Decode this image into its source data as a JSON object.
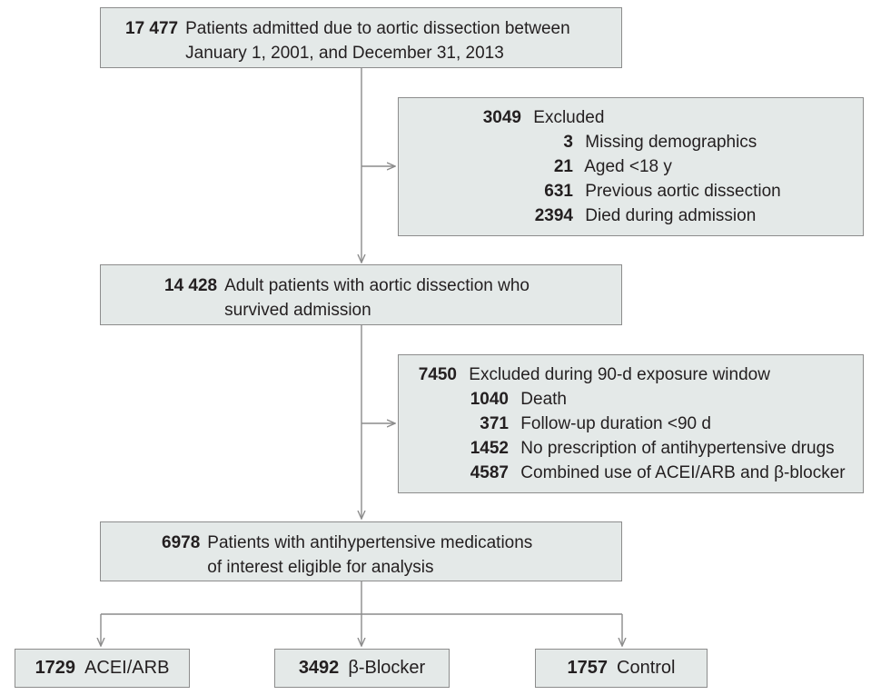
{
  "flow": {
    "start": {
      "count": "17 477",
      "text": "Patients admitted due to aortic dissection between\nJanuary 1, 2001, and December 31, 2013"
    },
    "exclusion1": {
      "total": {
        "count": "3049",
        "text": "Excluded"
      },
      "items": [
        {
          "count": "3",
          "text": "Missing demographics"
        },
        {
          "count": "21",
          "text": "Aged <18 y"
        },
        {
          "count": "631",
          "text": "Previous aortic dissection"
        },
        {
          "count": "2394",
          "text": "Died during admission"
        }
      ]
    },
    "survived": {
      "count": "14 428",
      "text": "Adult patients with aortic dissection who\nsurvived admission"
    },
    "exclusion2": {
      "total": {
        "count": "7450",
        "text": "Excluded during 90-d exposure window"
      },
      "items": [
        {
          "count": "1040",
          "text": "Death"
        },
        {
          "count": "371",
          "text": "Follow-up duration <90 d"
        },
        {
          "count": "1452",
          "text": "No prescription of antihypertensive drugs"
        },
        {
          "count": "4587",
          "text": "Combined use of ACEI/ARB and β-blocker"
        }
      ]
    },
    "eligible": {
      "count": "6978",
      "text": "Patients with antihypertensive medications\nof interest eligible for analysis"
    },
    "groups": [
      {
        "count": "1729",
        "text": "ACEI/ARB"
      },
      {
        "count": "3492",
        "text": "β-Blocker"
      },
      {
        "count": "1757",
        "text": "Control"
      }
    ]
  },
  "colors": {
    "box_fill": "#e4e9e8",
    "box_border": "#8c8c8c",
    "connector": "#8c8c8c",
    "text": "#231f20"
  }
}
